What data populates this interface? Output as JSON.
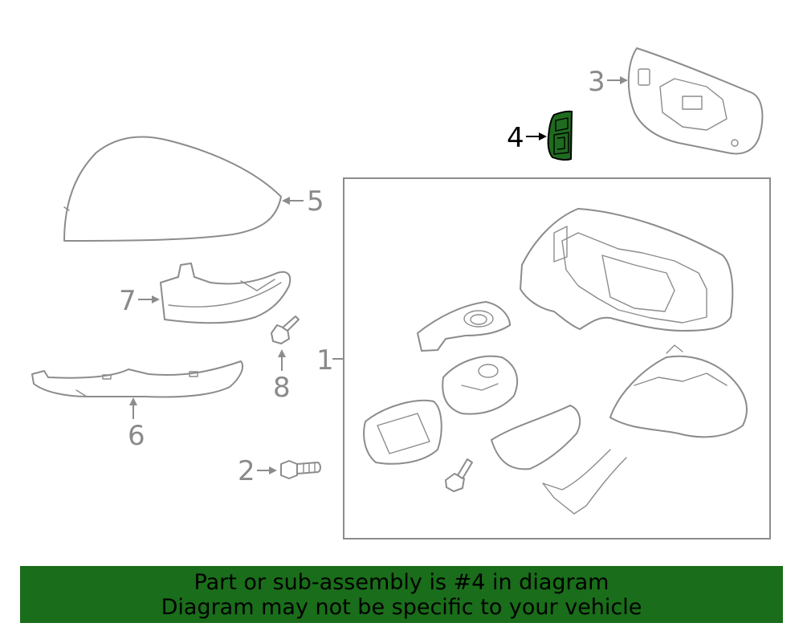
{
  "callouts": {
    "c1": "1",
    "c2": "2",
    "c3": "3",
    "c4": "4",
    "c5": "5",
    "c6": "6",
    "c7": "7",
    "c8": "8"
  },
  "highlighted_part": "4",
  "colors": {
    "highlight_fill": "#1f6b1f",
    "banner_bg": "#1a6d1a",
    "line": "#8c8c8c"
  },
  "banner": {
    "line1": "Part or sub-assembly is #4 in diagram",
    "line2": "Diagram may not be specific to your vehicle"
  }
}
